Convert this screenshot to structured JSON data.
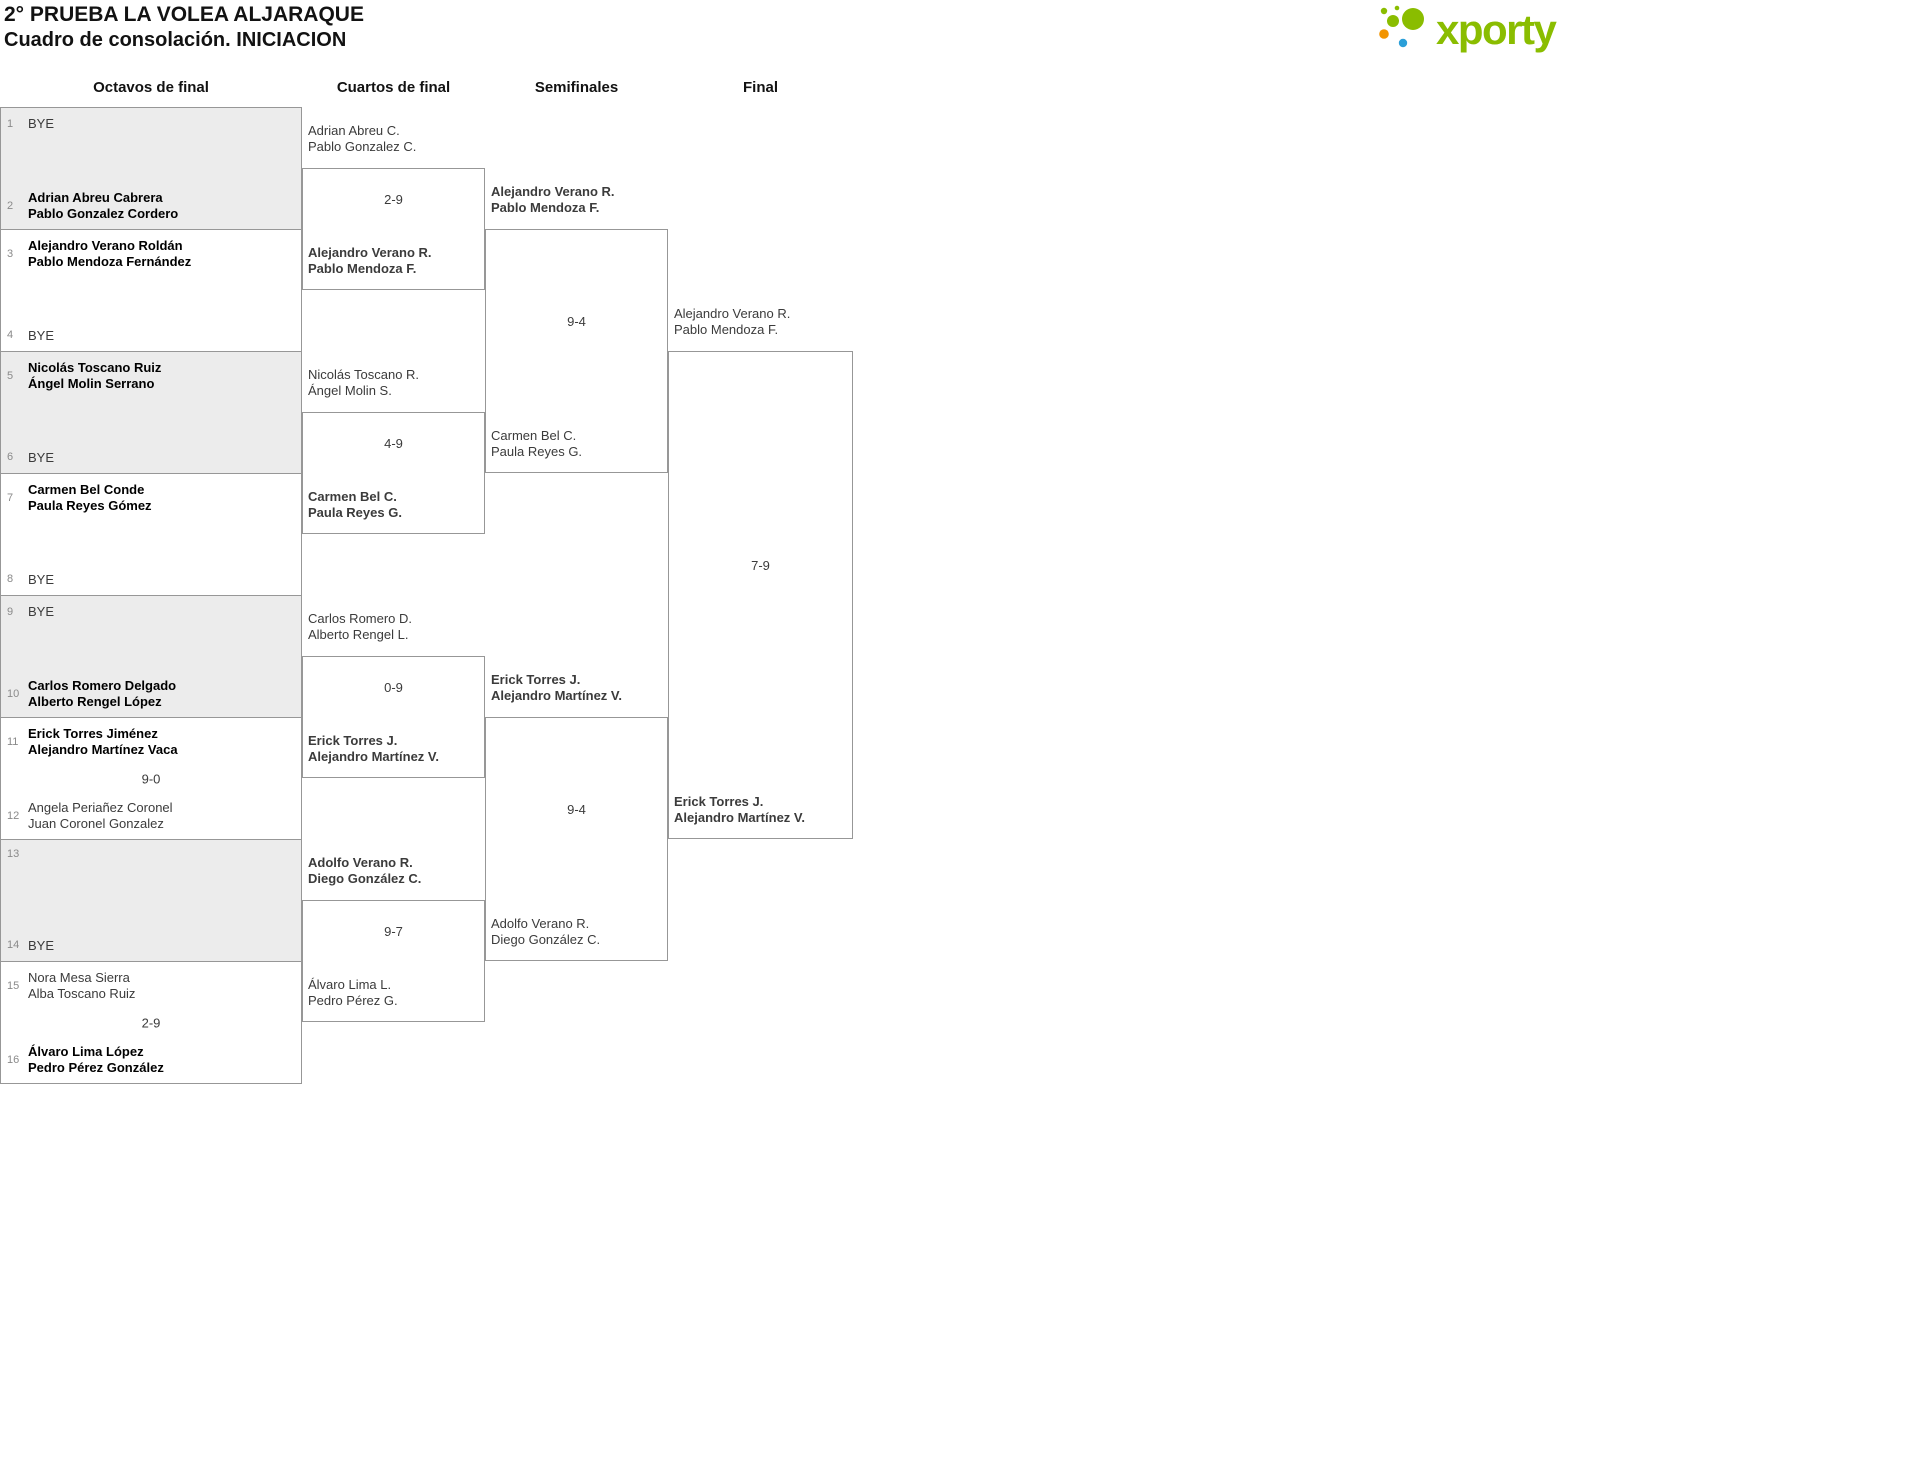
{
  "page": {
    "title": "2° PRUEBA LA VOLEA ALJARAQUE",
    "subtitle": "Cuadro de consolación. INICIACION",
    "logo": {
      "text": "xporty",
      "brand_color": "#8abd00",
      "icon_colors": {
        "green": "#8abd00",
        "orange": "#f29400",
        "blue": "#2b9fd8"
      }
    }
  },
  "round_headers": [
    "Octavos de final",
    "Cuartos de final",
    "Semifinales",
    "Final"
  ],
  "octavos": [
    {
      "slot_top": {
        "seed": "1",
        "name1": "BYE"
      },
      "slot_bottom": {
        "seed": "2",
        "name1": "Adrian Abreu Cabrera",
        "name2": "Pablo Gonzalez Cordero",
        "bold": true
      }
    },
    {
      "slot_top": {
        "seed": "3",
        "name1": "Alejandro Verano Roldán",
        "name2": "Pablo Mendoza Fernández",
        "bold": true
      },
      "slot_bottom": {
        "seed": "4",
        "name1": "BYE"
      }
    },
    {
      "slot_top": {
        "seed": "5",
        "name1": "Nicolás Toscano Ruiz",
        "name2": "Ángel Molin Serrano",
        "bold": true
      },
      "slot_bottom": {
        "seed": "6",
        "name1": "BYE"
      }
    },
    {
      "slot_top": {
        "seed": "7",
        "name1": "Carmen Bel Conde",
        "name2": "Paula Reyes Gómez",
        "bold": true
      },
      "slot_bottom": {
        "seed": "8",
        "name1": "BYE"
      }
    },
    {
      "slot_top": {
        "seed": "9",
        "name1": "BYE"
      },
      "slot_bottom": {
        "seed": "10",
        "name1": "Carlos Romero Delgado",
        "name2": "Alberto Rengel López",
        "bold": true
      }
    },
    {
      "slot_top": {
        "seed": "11",
        "name1": "Erick Torres Jiménez",
        "name2": "Alejandro Martínez Vaca",
        "bold": true
      },
      "score": "9-0",
      "slot_bottom": {
        "seed": "12",
        "name1": "Angela Periañez Coronel",
        "name2": "Juan Coronel Gonzalez"
      }
    },
    {
      "slot_top": {
        "seed": "13"
      },
      "slot_bottom": {
        "seed": "14",
        "name1": "BYE"
      }
    },
    {
      "slot_top": {
        "seed": "15",
        "name1": "Nora Mesa Sierra",
        "name2": "Alba Toscano Ruiz"
      },
      "score": "2-9",
      "slot_bottom": {
        "seed": "16",
        "name1": "Álvaro Lima López",
        "name2": "Pedro Pérez González",
        "bold": true
      }
    }
  ],
  "cuartos": [
    {
      "team1": {
        "line1": "Adrian Abreu C.",
        "line2": "Pablo Gonzalez C."
      },
      "score": "2-9",
      "team2": {
        "line1": "Alejandro Verano R.",
        "line2": "Pablo Mendoza F.",
        "bold": true
      }
    },
    {
      "team1": {
        "line1": "Nicolás Toscano R.",
        "line2": "Ángel Molin S."
      },
      "score": "4-9",
      "team2": {
        "line1": "Carmen Bel C.",
        "line2": "Paula Reyes G.",
        "bold": true
      }
    },
    {
      "team1": {
        "line1": "Carlos Romero D.",
        "line2": "Alberto Rengel L."
      },
      "score": "0-9",
      "team2": {
        "line1": "Erick Torres J.",
        "line2": "Alejandro Martínez V.",
        "bold": true
      }
    },
    {
      "team1": {
        "line1": "Adolfo Verano R.",
        "line2": "Diego González C.",
        "bold": true
      },
      "score": "9-7",
      "team2": {
        "line1": "Álvaro Lima L.",
        "line2": "Pedro Pérez G."
      }
    }
  ],
  "semifinales": [
    {
      "team1": {
        "line1": "Alejandro Verano R.",
        "line2": "Pablo Mendoza F.",
        "bold": true
      },
      "score": "9-4",
      "team2": {
        "line1": "Carmen Bel C.",
        "line2": "Paula Reyes G."
      }
    },
    {
      "team1": {
        "line1": "Erick Torres J.",
        "line2": "Alejandro Martínez V.",
        "bold": true
      },
      "score": "9-4",
      "team2": {
        "line1": "Adolfo Verano R.",
        "line2": "Diego González C."
      }
    }
  ],
  "final": {
    "team1": {
      "line1": "Alejandro Verano R.",
      "line2": "Pablo Mendoza F."
    },
    "score": "7-9",
    "team2": {
      "line1": "Erick Torres J.",
      "line2": "Alejandro Martínez V.",
      "bold": true
    }
  }
}
